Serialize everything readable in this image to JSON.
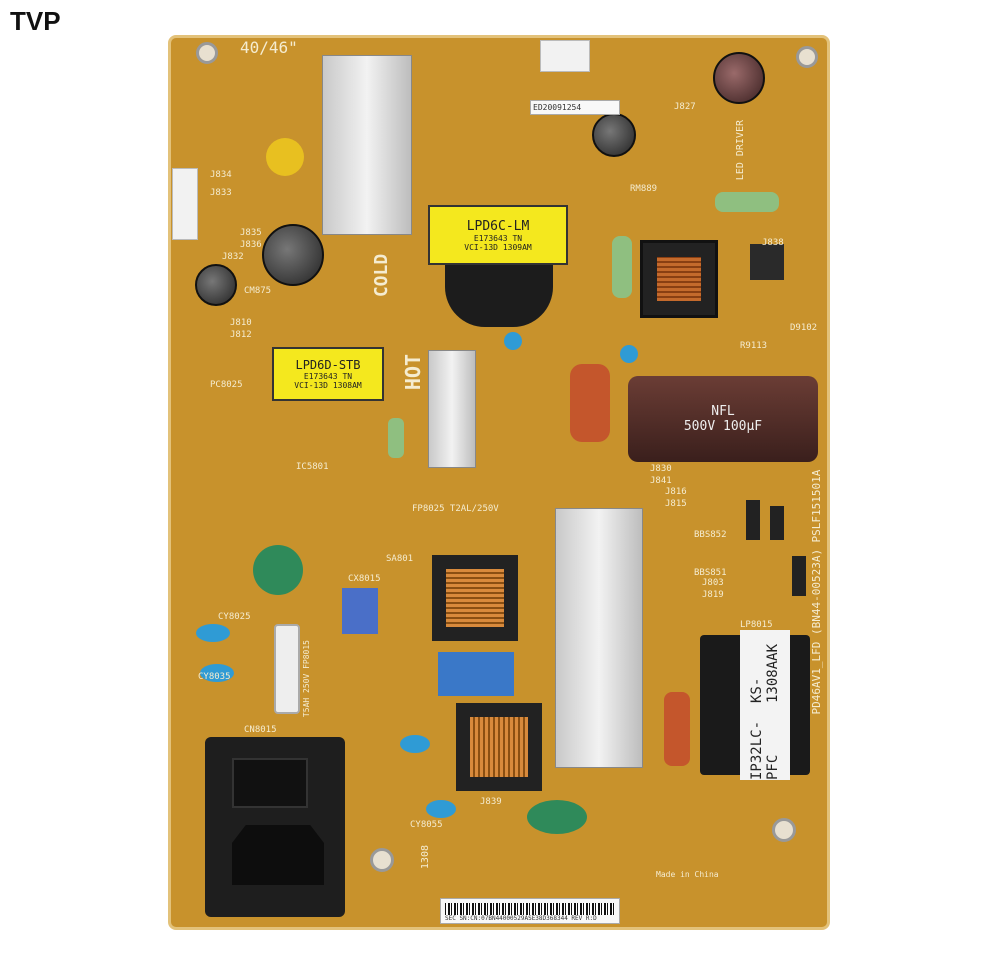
{
  "watermark": "TVP",
  "board": {
    "color": "#c8922c",
    "size_mark": "40/46\"",
    "model": "PD46AV1_LFD (BN44-00523A)",
    "part": "PSLF151501A",
    "transformer_main": {
      "line1": "LPD6C-LM",
      "line2": "E173643 TN",
      "line3": "VCI-13D 1309AM"
    },
    "transformer_stb": {
      "line1": "LPD6D-STB",
      "line2": "E173643 TN",
      "line3": "VCI-13D 1308AM"
    },
    "pfc_coil": {
      "line1": "IP32LC-PFC",
      "line2": "KS-1308AAK"
    },
    "hot_label": "HOT",
    "cold_label": "COLD",
    "fuse_label": "FP8025 T2AL/250V",
    "fuse_main": "T5AH 250V FP8015",
    "led_driver": "LED DRIVER",
    "bulk_cap": {
      "brand": "NFL",
      "rating": "500V 100µF"
    },
    "serial": "SEC SN:CN:07BN44000529ASE38D368344   REV R:D",
    "barcode_top": "ED20091254",
    "date_code": "1308",
    "made_in": "Made in China",
    "refs": [
      "J834",
      "J833",
      "J835",
      "J836",
      "J832",
      "CM875",
      "J810",
      "J812",
      "PC8025",
      "IC5801",
      "J830",
      "J841",
      "J816",
      "J815",
      "BBS852",
      "BBS851",
      "J803",
      "J819",
      "LP8015",
      "CY8025",
      "CY8035",
      "CN8015",
      "SA801",
      "CX8015",
      "J839",
      "CY8055",
      "D9102",
      "R9113",
      "J827",
      "RM889",
      "J838"
    ]
  }
}
